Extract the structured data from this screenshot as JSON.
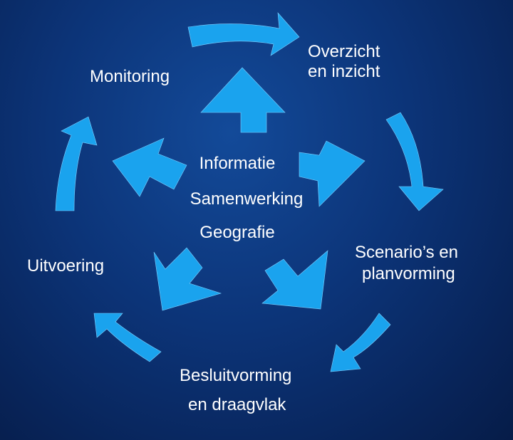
{
  "diagram": {
    "center_terms": [
      "Informatie",
      "Samenwerking",
      "Geografie"
    ],
    "stages": [
      {
        "id": "monitoring",
        "lines": [
          "Monitoring"
        ]
      },
      {
        "id": "overzicht",
        "lines": [
          "Overzicht",
          "en inzicht"
        ]
      },
      {
        "id": "scenarios",
        "lines": [
          "Scenario’s en",
          "planvorming"
        ]
      },
      {
        "id": "besluitvorming",
        "lines": [
          "Besluitvorming",
          "en draagvlak"
        ]
      },
      {
        "id": "uitvoering",
        "lines": [
          "Uitvoering"
        ]
      }
    ],
    "colors": {
      "arrow": "#1aa3ee",
      "background": "#0c3478",
      "text": "#ffffff"
    }
  }
}
